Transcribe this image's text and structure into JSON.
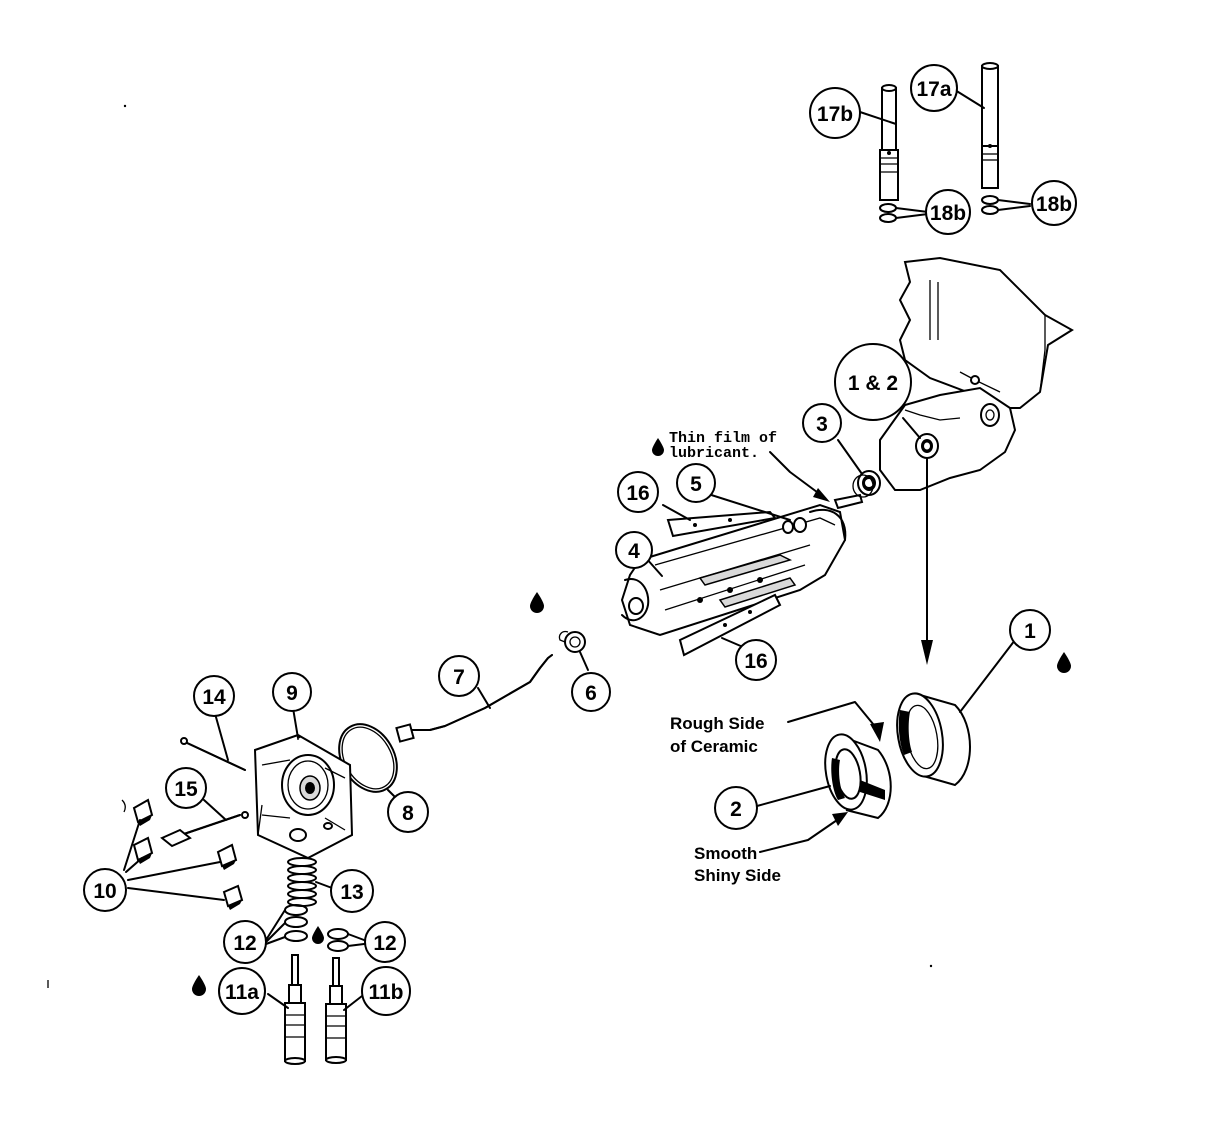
{
  "callouts": {
    "c1": "1",
    "c1and2": "1 & 2",
    "c2": "2",
    "c3": "3",
    "c4": "4",
    "c5": "5",
    "c6": "6",
    "c7": "7",
    "c8": "8",
    "c9": "9",
    "c10": "10",
    "c11a": "11a",
    "c11b": "11b",
    "c12a": "12",
    "c12b": "12",
    "c13": "13",
    "c14": "14",
    "c15": "15",
    "c16a": "16",
    "c16b": "16",
    "c17a": "17a",
    "c17b": "17b",
    "c18b_left": "18b",
    "c18b_right": "18b"
  },
  "notes": {
    "lubricant_line1": "Thin film of",
    "lubricant_line2": "lubricant.",
    "rough_line1": "Rough Side",
    "rough_line2": "of Ceramic",
    "smooth_line1": "Smooth",
    "smooth_line2": "Shiny Side"
  }
}
